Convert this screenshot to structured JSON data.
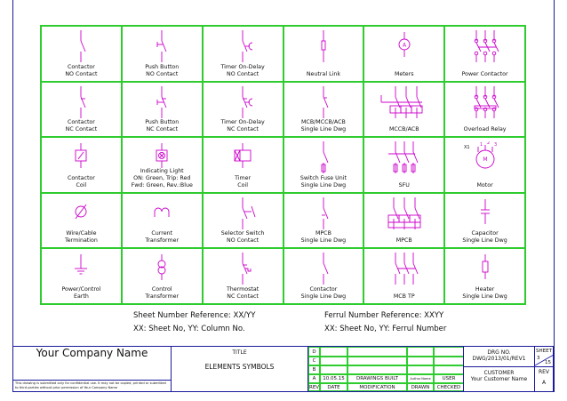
{
  "colors": {
    "symbol": "#cc00cc",
    "grid": "#2ecc2e",
    "frame": "#1a1a9a"
  },
  "cells": [
    {
      "symbol": "no-contact",
      "label": [
        "Contactor",
        "NO Contact"
      ]
    },
    {
      "symbol": "push-no",
      "label": [
        "Push Button",
        "NO Contact"
      ]
    },
    {
      "symbol": "timer-no",
      "label": [
        "Timer On-Delay",
        "NO Contact"
      ]
    },
    {
      "symbol": "neutral-link",
      "label": [
        "Neutral Link"
      ]
    },
    {
      "symbol": "meter",
      "label": [
        "Meters"
      ],
      "meter_letter": "A"
    },
    {
      "symbol": "power-contactor",
      "label": [
        "Power Contactor"
      ]
    },
    {
      "symbol": "nc-contact",
      "label": [
        "Contactor",
        "NC Contact"
      ]
    },
    {
      "symbol": "push-nc",
      "label": [
        "Push Button",
        "NC Contact"
      ]
    },
    {
      "symbol": "timer-nc",
      "label": [
        "Timer On-Delay",
        "NC Contact"
      ]
    },
    {
      "symbol": "mcb",
      "label": [
        "MCB/MCCB/ACB",
        "Single Line Dwg"
      ]
    },
    {
      "symbol": "mccb3",
      "label": [
        "MCCB/ACB"
      ]
    },
    {
      "symbol": "overload",
      "label": [
        "Overload Relay"
      ]
    },
    {
      "symbol": "coil",
      "label": [
        "Contactor",
        "Coil"
      ]
    },
    {
      "symbol": "lamp",
      "label": [
        "Indicating Light",
        "ON: Green, Trip: Red",
        "Fwd: Green, Rev.:Blue"
      ]
    },
    {
      "symbol": "timer-coil",
      "label": [
        "Timer",
        "Coil"
      ]
    },
    {
      "symbol": "sfu1",
      "label": [
        "Switch Fuse Unit",
        "Single Line Dwg"
      ]
    },
    {
      "symbol": "sfu3",
      "label": [
        "SFU"
      ]
    },
    {
      "symbol": "motor",
      "label": [
        "Motor"
      ],
      "motor_letter": "M",
      "terminals": [
        "X1",
        "1",
        "2",
        "3"
      ]
    },
    {
      "symbol": "termination",
      "label": [
        "Wire/Cable",
        "Termination"
      ]
    },
    {
      "symbol": "ct",
      "label": [
        "Current",
        "Transformer"
      ]
    },
    {
      "symbol": "selector",
      "label": [
        "Selector Switch",
        "NO Contact"
      ]
    },
    {
      "symbol": "mpcb1",
      "label": [
        "MPCB",
        "Single Line Dwg"
      ]
    },
    {
      "symbol": "mpcb3",
      "label": [
        "MPCB"
      ]
    },
    {
      "symbol": "capacitor",
      "label": [
        "Capacitor",
        "Single Line Dwg"
      ]
    },
    {
      "symbol": "earth",
      "label": [
        "Power/Control",
        "Earth"
      ]
    },
    {
      "symbol": "transformer",
      "label": [
        "Control",
        "Transformer"
      ]
    },
    {
      "symbol": "thermostat",
      "label": [
        "Thermostat",
        "NC Contact"
      ]
    },
    {
      "symbol": "contactor1",
      "label": [
        "Contactor",
        "Single Line Dwg"
      ]
    },
    {
      "symbol": "mcbtp",
      "label": [
        "MCB TP"
      ]
    },
    {
      "symbol": "heater",
      "label": [
        "Heater",
        "Single Line Dwg"
      ]
    }
  ],
  "references": {
    "sheet_ref": "Sheet Number Reference: XX/YY",
    "sheet_ref_desc": "XX: Sheet No, YY: Column No.",
    "ferrul_ref": "Ferrul Number Reference: XXYY",
    "ferrul_ref_desc": "XX: Sheet No, YY: Ferrul Number"
  },
  "title_block": {
    "company": "Your Company Name",
    "disclaimer": "This drawing is submitted only for confidential use. It may not be copied, printed or submitted to third parties without prior permission of Your Company Name",
    "title_label": "TITLE",
    "title": "ELEMENTS SYMBOLS",
    "rev_rows": [
      "D",
      "C",
      "B"
    ],
    "rev_a": {
      "rev": "A",
      "date": "10.05.15",
      "modification": "DRAWINGS BUILT",
      "drawn": "Author Name",
      "checked": "USER"
    },
    "headers": {
      "rev": "REV",
      "date": "DATE",
      "modification": "MODIFICATION",
      "drawn": "DRAWN",
      "checked": "CHECKED"
    },
    "drg_label": "DRG NO.",
    "drg_no": "DWG/2013/01/REV1",
    "sheet_label": "SHEET",
    "sheet_no": "3",
    "sheet_total": "15",
    "customer_label": "CUSTOMER",
    "customer": "Your Customer Name",
    "rev_label": "REV",
    "rev": "A"
  }
}
